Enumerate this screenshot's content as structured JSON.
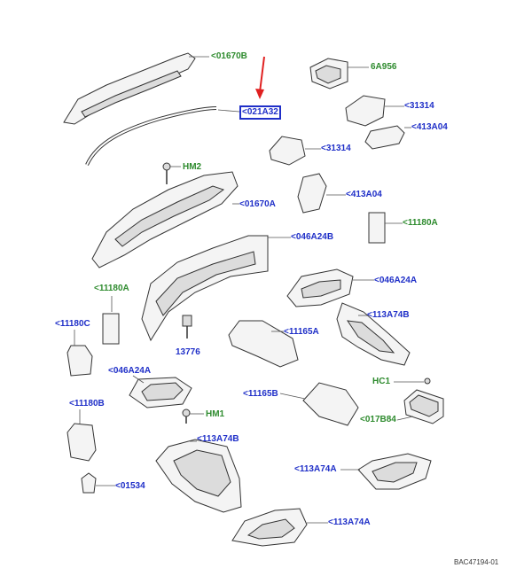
{
  "labels": {
    "l01670B": "<01670B",
    "l6A956": "6A956",
    "l021A32": "<021A32",
    "l31314a": "<31314",
    "l31314b": "<31314",
    "l413A04a": "<413A04",
    "lHM2": "HM2",
    "l01670A": "<01670A",
    "l413A04b": "<413A04",
    "l11180A_r": "<11180A",
    "l046A24B": "<046A24B",
    "l11180A_l": "<11180A",
    "l046A24A_r": "<046A24A",
    "l113A74B_r": "<113A74B",
    "l11180C": "<11180C",
    "l11165A": "<11165A",
    "l13776": "13776",
    "l046A24A_l": "<046A24A",
    "lHC1": "HC1",
    "l11165B": "<11165B",
    "lHM1": "HM1",
    "l017B84": "<017B84",
    "l11180B": "<11180B",
    "l113A74B_l": "<113A74B",
    "l113A74A_r": "<113A74A",
    "l01534": "<01534",
    "l113A74A_b": "<113A74A"
  },
  "reference": "BAC47194-01",
  "colors": {
    "blue_label": "#1f2fc8",
    "green_label": "#2e8b2e",
    "arrow": "#e02020"
  },
  "icons": {
    "pointer": "red-arrow-icon"
  }
}
